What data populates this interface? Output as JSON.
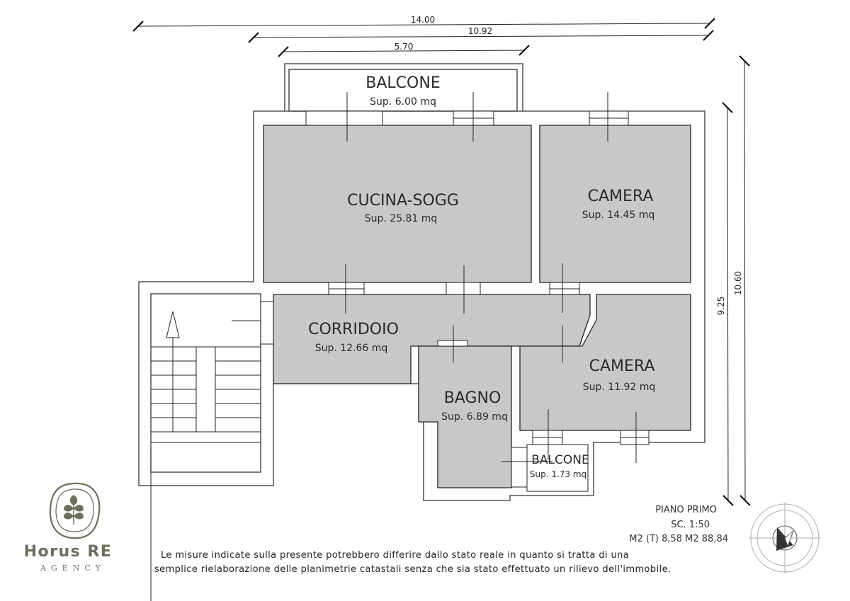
{
  "dimensions": {
    "overall_width": "14.00",
    "inner_width": "10.92",
    "balcony_width": "5.70",
    "height_outer": "10.60",
    "height_inner": "9.25"
  },
  "rooms": {
    "balcone_top": {
      "name": "BALCONE",
      "area": "Sup. 6.00 mq"
    },
    "cucina": {
      "name": "CUCINA-SOGG",
      "area": "Sup. 25.81 mq"
    },
    "camera_1": {
      "name": "CAMERA",
      "area": "Sup. 14.45 mq"
    },
    "corridoio": {
      "name": "CORRIDOIO",
      "area": "Sup. 12.66 mq"
    },
    "bagno": {
      "name": "BAGNO",
      "area": "Sup. 6.89 mq"
    },
    "camera_2": {
      "name": "CAMERA",
      "area": "Sup. 11.92 mq"
    },
    "balcone_small": {
      "name": "BALCONE",
      "area": "Sup. 1.73 mq"
    }
  },
  "info": {
    "floor": "PIANO PRIMO",
    "scale": "SC.   1:50",
    "areas": "M2 (T) 8,58      M2 88,84"
  },
  "disclaimer": {
    "line1": "Le misure indicate sulla presente potrebbero differire dallo stato reale in quanto si tratta di una",
    "line2": "semplice rielaborazione delle planimetrie catastali senza che sia stato effettuato un rilievo dell'immobile."
  },
  "brand": {
    "name": "Horus RE",
    "sub": "AGENCY",
    "color": "#6e6e5e"
  },
  "colors": {
    "room_fill": "#c8c8c8",
    "line": "#222222"
  }
}
